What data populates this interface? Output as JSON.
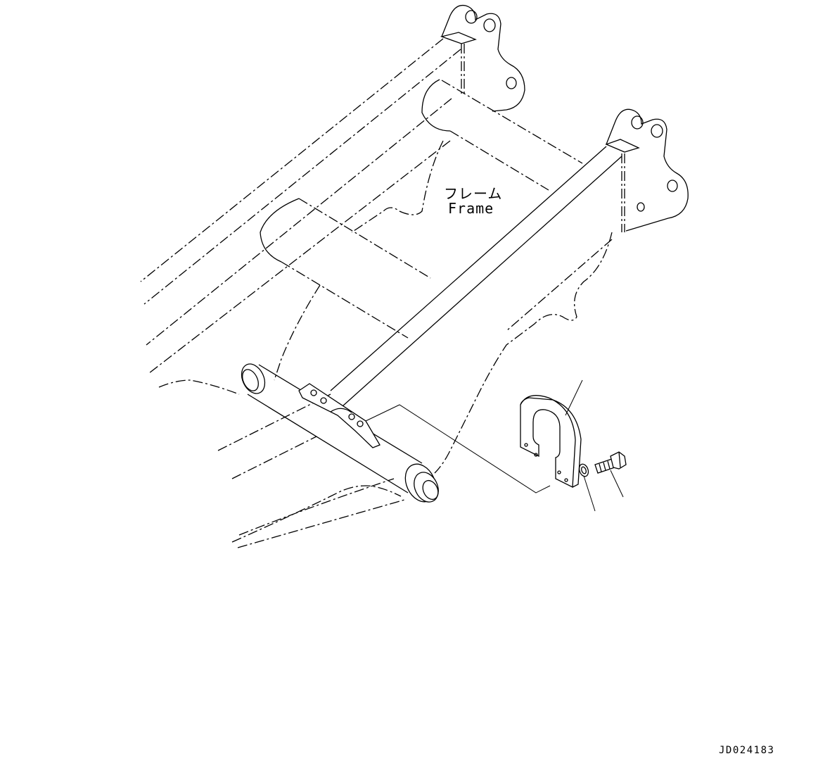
{
  "labels": {
    "frame_jp": "フレーム",
    "frame_en": "Frame",
    "drawing_id": "JD024183"
  },
  "colors": {
    "line": "#000000",
    "background": "#ffffff"
  }
}
